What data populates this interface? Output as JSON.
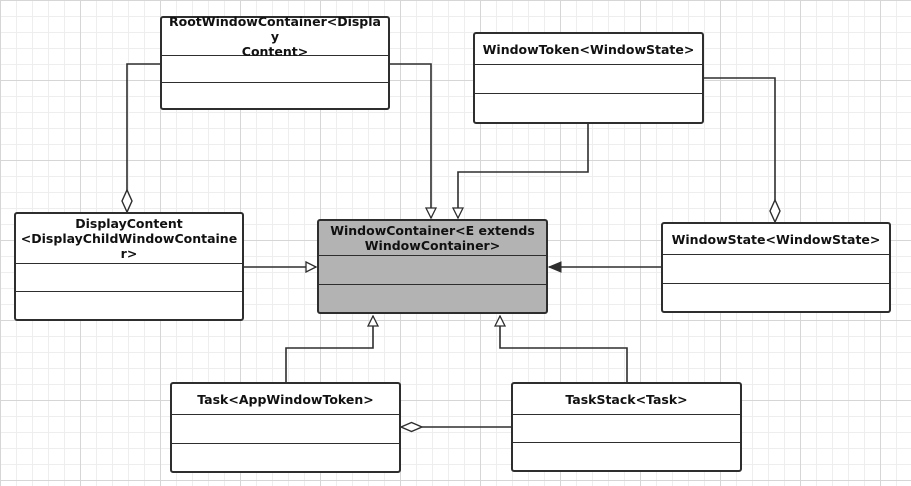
{
  "diagram": {
    "classes": [
      {
        "id": "root",
        "name": "RootWindowContainer<Display\nContent>"
      },
      {
        "id": "token",
        "name": "WindowToken<WindowState>"
      },
      {
        "id": "display",
        "name": "DisplayContent\n<DisplayChildWindowContaine\nr>"
      },
      {
        "id": "container",
        "name": "WindowContainer<E extends\nWindowContainer>"
      },
      {
        "id": "state",
        "name": "WindowState<WindowState>"
      },
      {
        "id": "task",
        "name": "Task<AppWindowToken>"
      },
      {
        "id": "stack",
        "name": "TaskStack<Task>"
      }
    ],
    "relations": [
      {
        "type": "generalization",
        "from": "root",
        "to": "container"
      },
      {
        "type": "generalization",
        "from": "token",
        "to": "container"
      },
      {
        "type": "generalization",
        "from": "display",
        "to": "container"
      },
      {
        "type": "generalization",
        "from": "state",
        "to": "container"
      },
      {
        "type": "generalization",
        "from": "task",
        "to": "container"
      },
      {
        "type": "generalization",
        "from": "stack",
        "to": "container"
      },
      {
        "type": "aggregation",
        "whole": "display",
        "part": "root"
      },
      {
        "type": "aggregation",
        "whole": "state",
        "part": "token"
      },
      {
        "type": "aggregation",
        "whole": "task",
        "part": "stack"
      }
    ],
    "colors": {
      "highlight_fill": "#b3b3b3",
      "line": "#2e2e2e",
      "grid": "#d6d6d6"
    }
  }
}
